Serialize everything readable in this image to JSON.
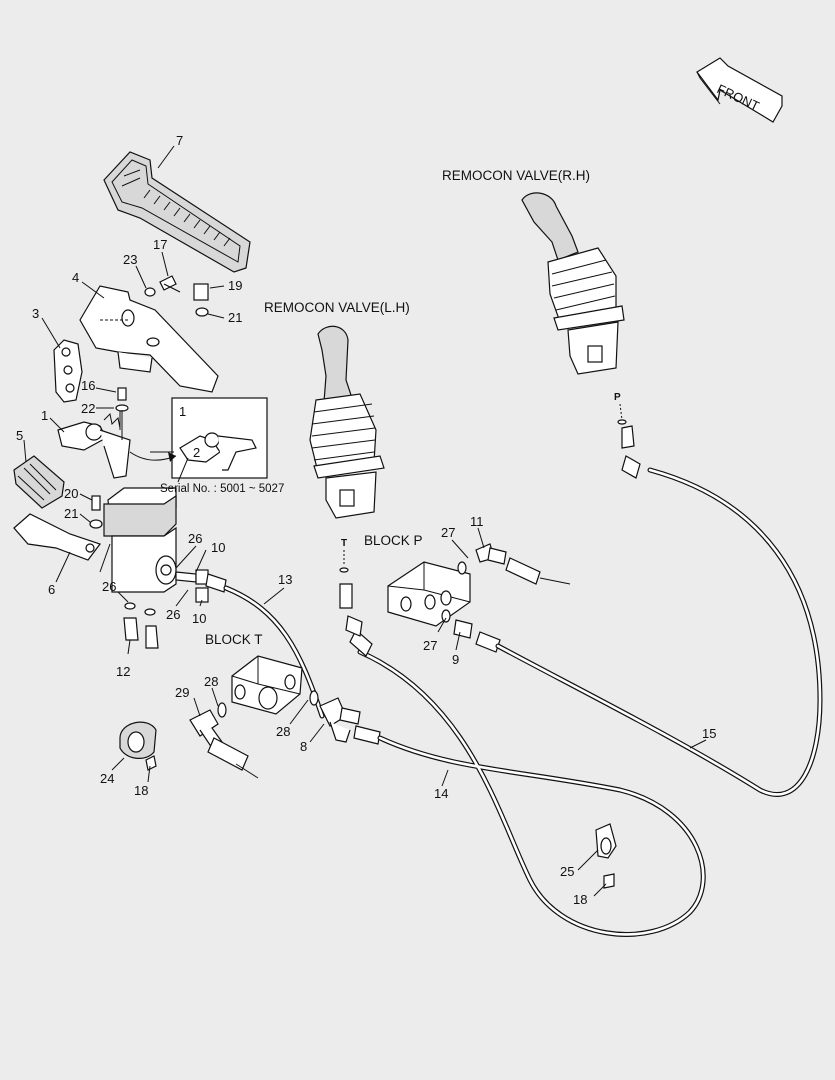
{
  "header": {
    "front_label": "FRONT",
    "remocon_rh": "REMOCON VALVE(R.H)",
    "remocon_lh": "REMOCON VALVE(L.H)",
    "block_p": "BLOCK  P",
    "block_t": "BLOCK  T",
    "serial": "Serial No. : 5001 ~ 5027",
    "port_t": "T",
    "port_p": "P"
  },
  "callouts": {
    "c7": "7",
    "c17": "17",
    "c23": "23",
    "c19": "19",
    "c4": "4",
    "c21a": "21",
    "c3": "3",
    "c16": "16",
    "c22": "22",
    "c1a": "1",
    "c1b": "1",
    "c5": "5",
    "c20": "20",
    "c21b": "21",
    "c2": "2",
    "c6": "6",
    "c26a": "26",
    "c10a": "10",
    "c26b": "26",
    "c26c": "26",
    "c10b": "10",
    "c13": "13",
    "c12": "12",
    "c27a": "27",
    "c11": "11",
    "c27b": "27",
    "c9": "9",
    "c29": "29",
    "c28a": "28",
    "c28b": "28",
    "c8": "8",
    "c15": "15",
    "c14": "14",
    "c24": "24",
    "c18a": "18",
    "c25": "25",
    "c18b": "18"
  },
  "icons": [
    "front-arrow-icon",
    "joystick-icon",
    "pedal-icon",
    "hose-icon",
    "clamp-icon"
  ]
}
